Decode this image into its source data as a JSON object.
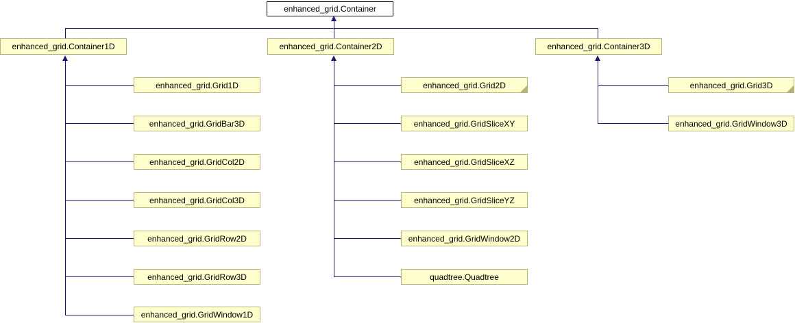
{
  "diagram": {
    "type": "inheritance-graph",
    "root": {
      "label": "enhanced_grid.Container"
    },
    "parents": [
      {
        "label": "enhanced_grid.Container1D"
      },
      {
        "label": "enhanced_grid.Container2D"
      },
      {
        "label": "enhanced_grid.Container3D"
      }
    ],
    "col1": [
      "enhanced_grid.Grid1D",
      "enhanced_grid.GridBar3D",
      "enhanced_grid.GridCol2D",
      "enhanced_grid.GridCol3D",
      "enhanced_grid.GridRow2D",
      "enhanced_grid.GridRow3D",
      "enhanced_grid.GridWindow1D"
    ],
    "col2": [
      "enhanced_grid.Grid2D",
      "enhanced_grid.GridSliceXY",
      "enhanced_grid.GridSliceXZ",
      "enhanced_grid.GridSliceYZ",
      "enhanced_grid.GridWindow2D",
      "quadtree.Quadtree"
    ],
    "col3": [
      "enhanced_grid.Grid3D",
      "enhanced_grid.GridWindow3D"
    ],
    "truncated_nodes": [
      "enhanced_grid.Grid2D",
      "enhanced_grid.Grid3D"
    ],
    "colors": {
      "edge": "#191970",
      "node_fill": "#ffffce",
      "node_border": "#b4b478",
      "root_fill": "#ffffff",
      "root_border": "#000000"
    }
  }
}
